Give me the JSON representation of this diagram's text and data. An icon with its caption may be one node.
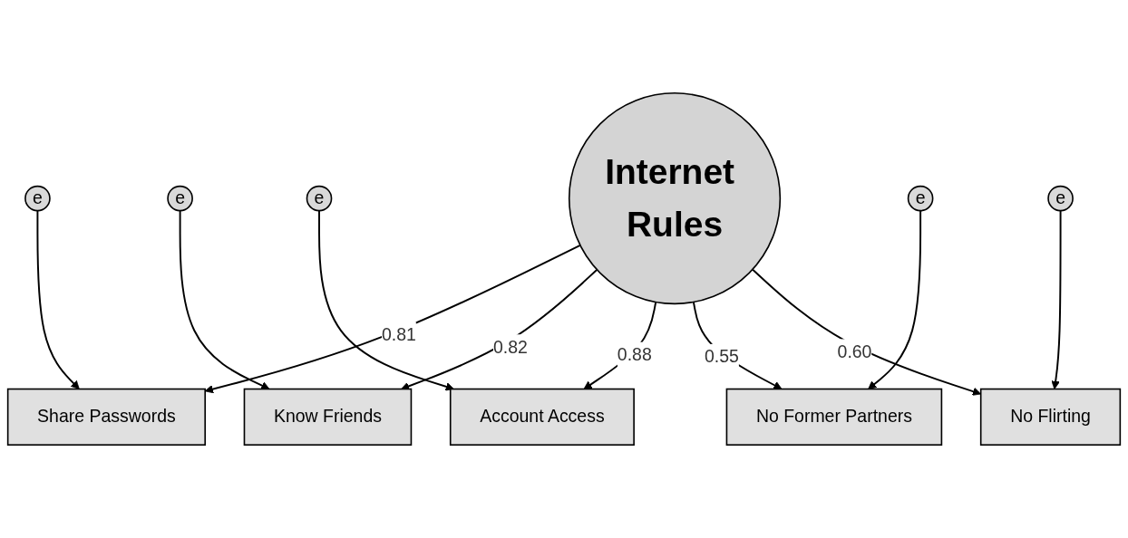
{
  "diagram": {
    "nodes": [
      {
        "text": [
          "e"
        ]
      },
      {
        "text": [
          "e"
        ]
      },
      {
        "text": [
          "e"
        ]
      },
      {
        "text": [
          "e"
        ]
      },
      {
        "text": [
          "e"
        ]
      },
      {
        "text": [
          "Share Passwords"
        ]
      },
      {
        "text": [
          "Know Friends"
        ]
      },
      {
        "text": [
          "Account Access"
        ]
      },
      {
        "text": [
          "No Former Partners"
        ]
      },
      {
        "text": [
          "No Flirting"
        ]
      },
      {
        "text": [
          "Internet Rules"
        ]
      }
    ],
    "edges": [
      {
        "from": 0,
        "to": 5,
        "arrow": "to"
      },
      {
        "from": 1,
        "to": 6,
        "arrow": "to"
      },
      {
        "from": 2,
        "to": 7,
        "arrow": "to"
      },
      {
        "from": 3,
        "to": 8,
        "arrow": "to"
      },
      {
        "from": 4,
        "to": 9,
        "arrow": "to"
      },
      {
        "from": 10,
        "to": 5,
        "arrow": "to",
        "label": "0.81"
      },
      {
        "from": 10,
        "to": 6,
        "arrow": "to",
        "label": "0.82"
      },
      {
        "from": 10,
        "to": 7,
        "arrow": "to",
        "label": "0.88"
      },
      {
        "from": 10,
        "to": 8,
        "arrow": "to",
        "label": "0.55"
      },
      {
        "from": 10,
        "to": 9,
        "arrow": "to",
        "label": "0.60"
      }
    ]
  }
}
